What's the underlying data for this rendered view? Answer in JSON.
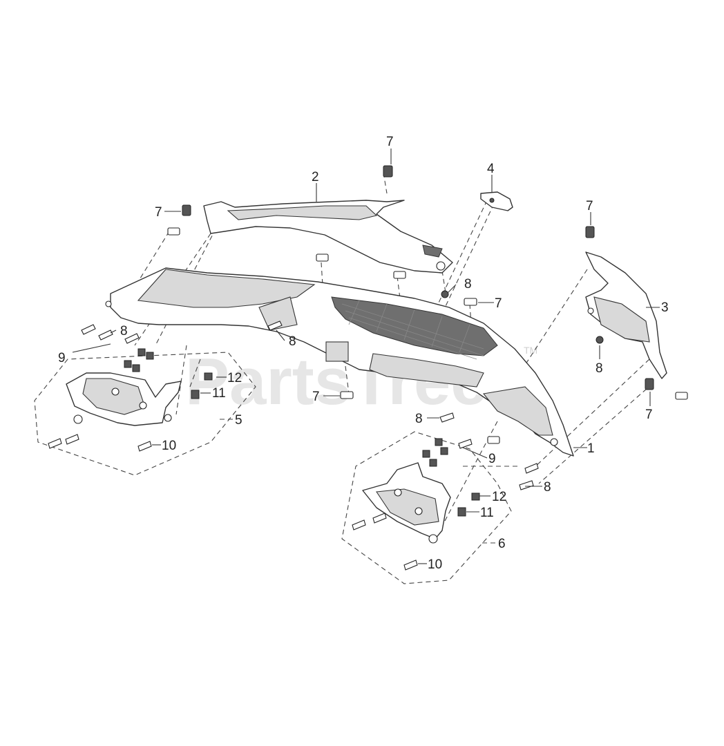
{
  "watermark": {
    "text": "PartsTree",
    "trademark": "TM"
  },
  "callouts": {
    "c1": "1",
    "c2": "2",
    "c3": "3",
    "c4": "4",
    "c5": "5",
    "c6": "6",
    "c7a": "7",
    "c7b": "7",
    "c7c": "7",
    "c7d": "7",
    "c7e": "7",
    "c7f": "7",
    "c8a": "8",
    "c8b": "8",
    "c8c": "8",
    "c8d": "8",
    "c8e": "8",
    "c8f": "8",
    "c9a": "9",
    "c9b": "9",
    "c10a": "10",
    "c10b": "10",
    "c11a": "11",
    "c11b": "11",
    "c12a": "12",
    "c12b": "12"
  }
}
